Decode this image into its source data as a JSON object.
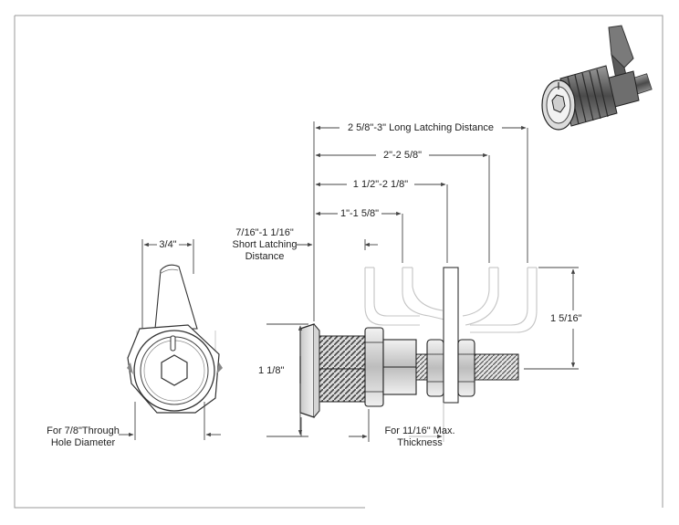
{
  "dimensions": {
    "long_latching": "2 5/8\"-3\" Long Latching Distance",
    "dist_2": "2\"-2 5/8\"",
    "dist_1_5": "1 1/2\"-2 1/8\"",
    "dist_1": "1\"-1 5/8\"",
    "short_latching_l1": "7/16\"-1 1/16\"",
    "short_latching_l2": "Short Latching",
    "short_latching_l3": "Distance",
    "width_3_4": "3/4\"",
    "height_1_1_8": "1 1/8\"",
    "height_1_5_16": "1 5/16\"",
    "hole_l1": "For 7/8\"Through",
    "hole_l2": "Hole Diameter",
    "thickness_l1": "For 11/16\" Max.",
    "thickness_l2": "Thickness"
  },
  "colors": {
    "line": "#333333",
    "dim_line": "#444444",
    "cam_ghost": "#c9c9c9",
    "metal_dark": "#555555",
    "metal_light": "#e8e8e8",
    "border": "#999999"
  },
  "icons": {
    "iso_view": "cam-lock-3d-render"
  }
}
